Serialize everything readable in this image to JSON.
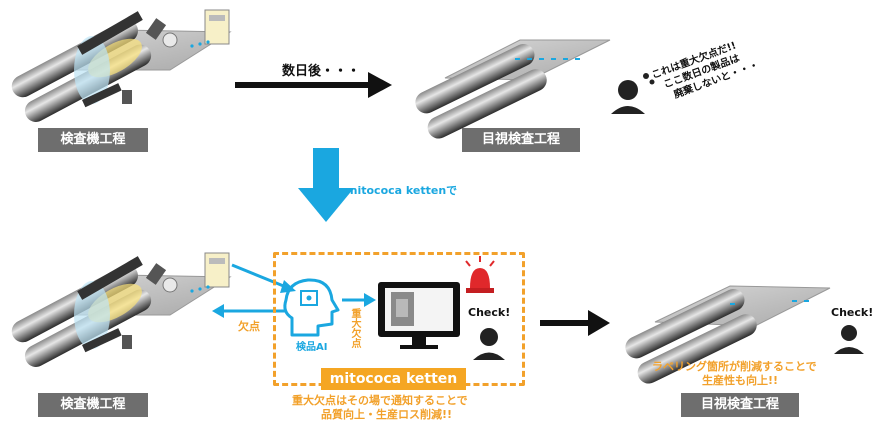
{
  "labels": {
    "inspection_top": "検査機工程",
    "visual_top": "目視検査工程",
    "inspection_bottom": "検査機工程",
    "visual_bottom": "目視検査工程"
  },
  "arrows": {
    "days_later": "数日後・・・",
    "with_product": "mitococa kettenで",
    "defect_left": "欠点",
    "major_defect": "重大欠点"
  },
  "speech_top": [
    "これは重大欠点だ!!",
    "ここ数日の製品は",
    "廃棄しないと・・・"
  ],
  "ai_label": "検品AI",
  "check_center": "Check!",
  "check_right": "Check!",
  "product_banner": "mitococa ketten",
  "notice": [
    "重大欠点はその場で通知することで",
    "品質向上・生産ロス削減!!"
  ],
  "result": [
    "ラベリング箇所が削減することで",
    "生産性も向上!!"
  ],
  "colors": {
    "orange": "#f2a12b",
    "blue": "#1aa7e0",
    "label_bg": "#6e6e6e",
    "dark": "#222222"
  }
}
